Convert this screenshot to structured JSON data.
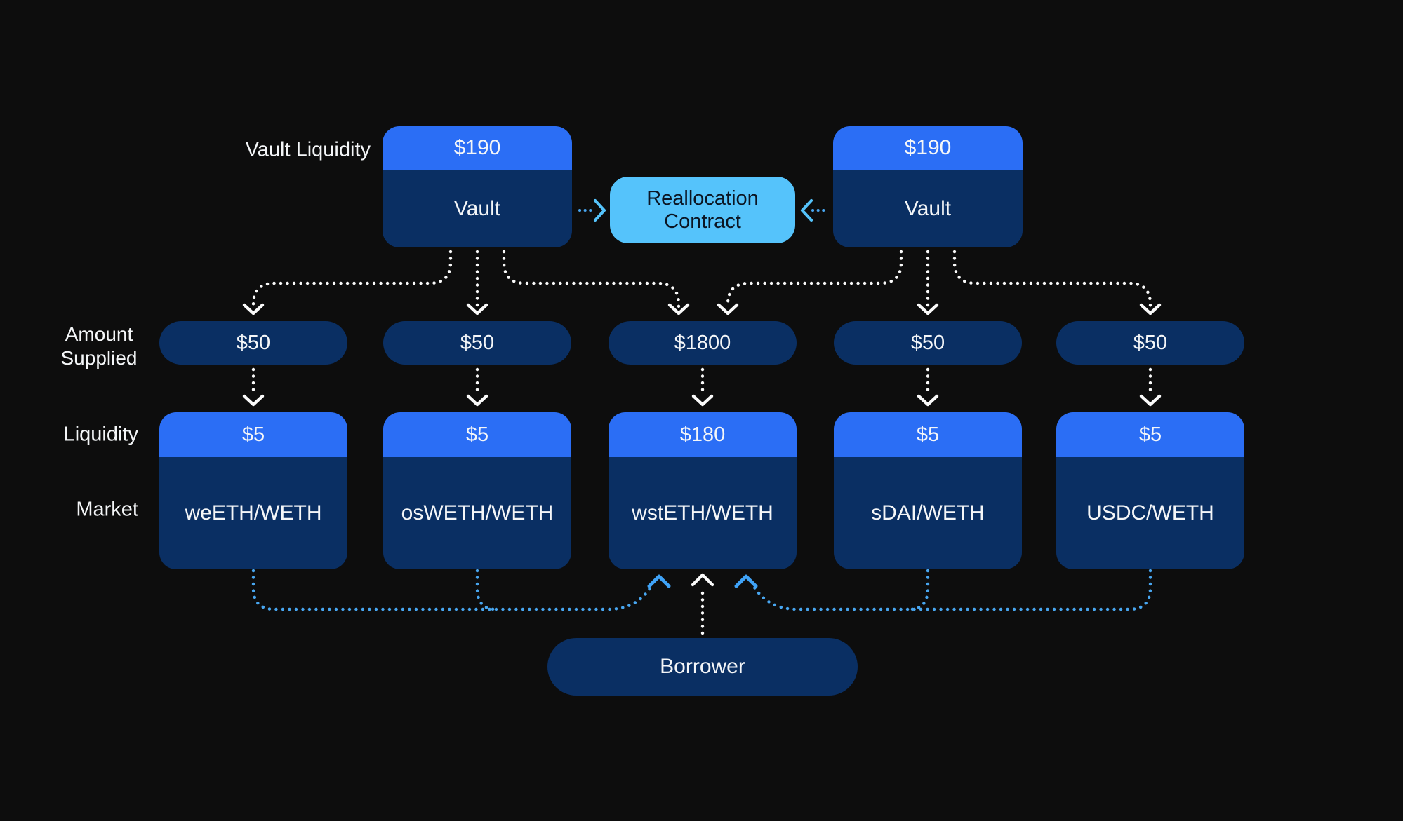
{
  "colors": {
    "background": "#0d0d0d",
    "bright_blue": "#2b6ef5",
    "navy": "#0a2f63",
    "light_blue": "#55c3fb",
    "text_light": "#f4f6f8",
    "text_dark": "#0b1523",
    "arrow_white": "#fafafa",
    "arrow_blue": "#48a6f0",
    "arrow_blue_bright": "#3fa3f8"
  },
  "row_labels": {
    "vault_liquidity": "Vault Liquidity",
    "amount_supplied": "Amount Supplied",
    "liquidity": "Liquidity",
    "market": "Market"
  },
  "vaults": [
    {
      "vault_liquidity": "$190",
      "label": "Vault"
    },
    {
      "vault_liquidity": "$190",
      "label": "Vault"
    }
  ],
  "reallocation_contract": {
    "label": "Reallocation Contract"
  },
  "columns": [
    {
      "amount_supplied": "$50",
      "liquidity": "$5",
      "market": "weETH/WETH"
    },
    {
      "amount_supplied": "$50",
      "liquidity": "$5",
      "market": "osWETH/WETH"
    },
    {
      "amount_supplied": "$1800",
      "liquidity": "$180",
      "market": "wstETH/WETH"
    },
    {
      "amount_supplied": "$50",
      "liquidity": "$5",
      "market": "sDAI/WETH"
    },
    {
      "amount_supplied": "$50",
      "liquidity": "$5",
      "market": "USDC/WETH"
    }
  ],
  "borrower": {
    "label": "Borrower"
  }
}
